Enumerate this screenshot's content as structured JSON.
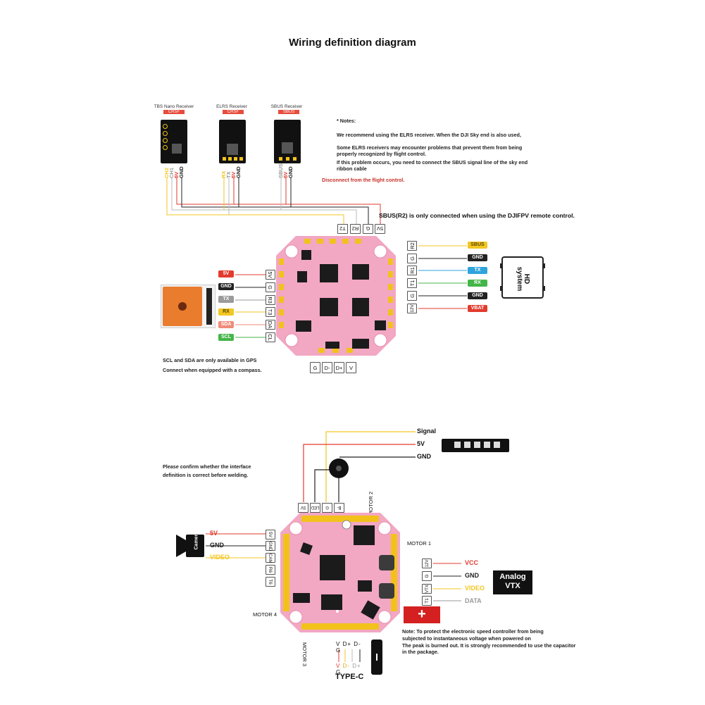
{
  "title": "Wiring definition diagram",
  "receivers": [
    {
      "name": "TBS Nano Receiver",
      "protocol": "CRSF",
      "pins": [
        "CH2",
        "CH1",
        "5V",
        "GND"
      ]
    },
    {
      "name": "ELRS Receiver",
      "protocol": "CRSF",
      "pins": [
        "RX",
        "TX",
        "5V",
        "GND"
      ]
    },
    {
      "name": "SBUS Receiver",
      "protocol": "SBUS",
      "pins": [
        "SBUS",
        "5V",
        "GND"
      ]
    }
  ],
  "notes": {
    "header": "* Notes:",
    "line1": "We recommend using the ELRS receiver. When the DJI Sky end is also used,",
    "line2": "Some ELRS receivers may encounter problems that prevent them from being properly recognized by flight control.",
    "line3": "If this problem occurs, you need to connect the SBUS signal line of the sky end ribbon cable",
    "line4": "Disconnect from the flight control."
  },
  "sbus_note": "SBUS(R2) is only connected when using the DJIFPV remote control.",
  "top_pads": [
    "T2",
    "R2",
    "G",
    "5V"
  ],
  "left_pads": [
    "5V",
    "G",
    "R3",
    "T3",
    "DA",
    "CL"
  ],
  "left_labels": [
    {
      "text": "5V",
      "color": "#e23b2e"
    },
    {
      "text": "GND",
      "color": "#222222"
    },
    {
      "text": "TX",
      "color": "#9a9a9a"
    },
    {
      "text": "RX",
      "color": "#f3c623"
    },
    {
      "text": "SDA",
      "color": "#f08a7a"
    },
    {
      "text": "SCL",
      "color": "#44b549"
    }
  ],
  "right_pads": [
    "R2",
    "G",
    "R1",
    "T1",
    "G",
    "12V"
  ],
  "right_labels": [
    {
      "text": "SBUS",
      "color": "#f3c623"
    },
    {
      "text": "GND",
      "color": "#222222"
    },
    {
      "text": "TX",
      "color": "#2fa3dc"
    },
    {
      "text": "RX",
      "color": "#44b549"
    },
    {
      "text": "GND",
      "color": "#222222"
    },
    {
      "text": "VBAT",
      "color": "#e23b2e"
    }
  ],
  "bottom_pads": [
    "G",
    "D-",
    "D+",
    "V"
  ],
  "hd_system": "HD system",
  "gps_note_1": "SCL and SDA are only available in GPS",
  "gps_note_2": "Connect when equipped with a compass.",
  "led_labels": [
    "Signal",
    "5V",
    "GND"
  ],
  "confirm_note_1": "Please confirm whether the interface",
  "confirm_note_2": "definition is correct before welding.",
  "b2_top_pads": [
    "5V",
    "LED",
    "G",
    "B-"
  ],
  "motors": [
    "MOTOR 2",
    "MOTOR 1",
    "MOTOR 4",
    "MOTOR 3"
  ],
  "camera": "Camera",
  "cam_labels": [
    {
      "text": "5V",
      "color": "#e23b2e"
    },
    {
      "text": "GND",
      "color": "#222222"
    },
    {
      "text": "VIDEO",
      "color": "#f3c623"
    }
  ],
  "b2_left_pads": [
    "5V",
    "GND",
    "CAM",
    "R6",
    "T6"
  ],
  "b2_right_pads": [
    "12V",
    "G",
    "VTX",
    "T1"
  ],
  "vtx_labels": [
    {
      "text": "VCC",
      "color": "#e23b2e"
    },
    {
      "text": "GND",
      "color": "#222222"
    },
    {
      "text": "VIDEO",
      "color": "#f3c623"
    },
    {
      "text": "DATA",
      "color": "#9a9a9a"
    }
  ],
  "analog_vtx": "Analog VTX",
  "plus": "+",
  "usb_pins_top": [
    "V",
    "D+",
    "D-",
    "G"
  ],
  "usb_pins_bottom": [
    "V",
    "D-",
    "D+",
    "G"
  ],
  "type_c": "TYPE-C",
  "esc_note_1": "Note: To protect the electronic speed controller from being",
  "esc_note_2": "subjected to instantaneous voltage when powered on",
  "esc_note_3": "The peak is burned out. It is strongly recommended to use the capacitor",
  "esc_note_4": "in the package."
}
